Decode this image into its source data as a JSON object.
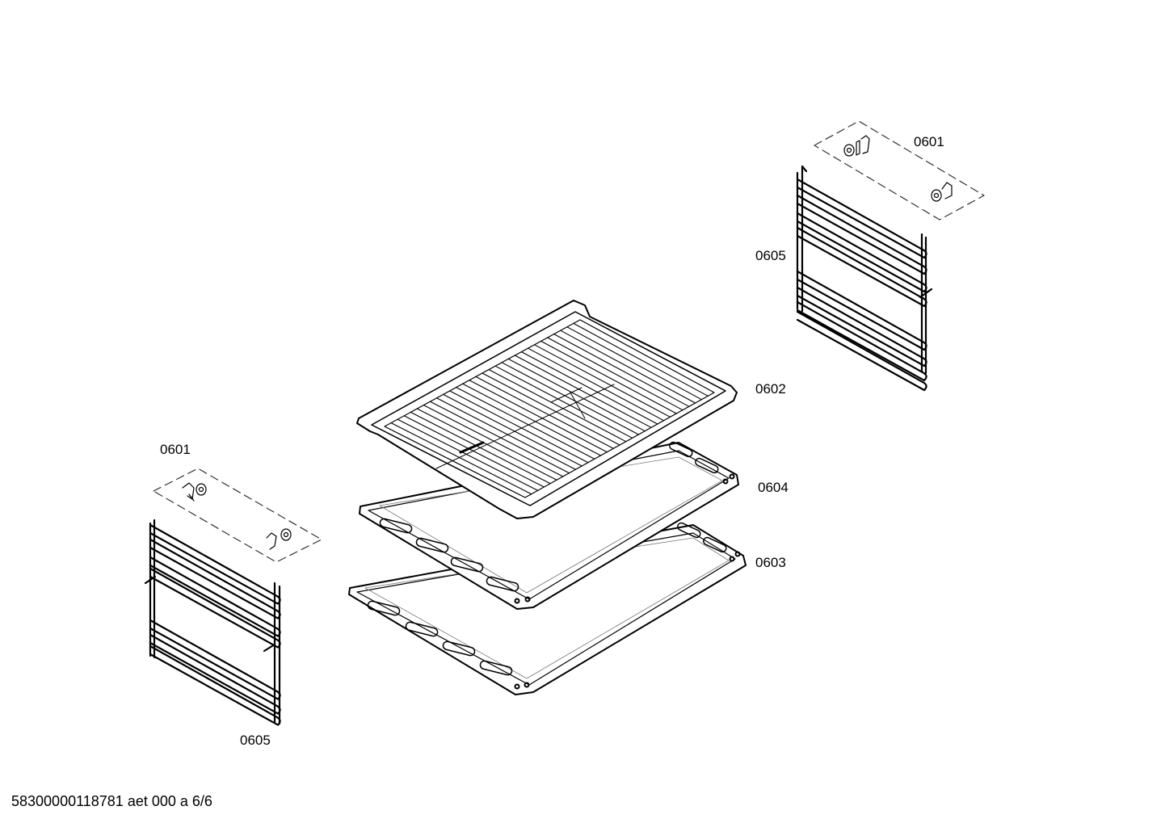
{
  "labels": {
    "right_bracket_parts": "0601",
    "right_rail": "0605",
    "wire_rack": "0602",
    "baking_tray": "0604",
    "universal_pan": "0603",
    "left_bracket_parts": "0601",
    "left_rail": "0605"
  },
  "footer": "58300000118781 aet 000 a 6/6"
}
